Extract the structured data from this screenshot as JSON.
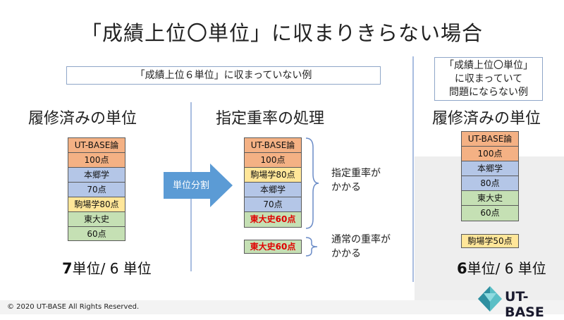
{
  "title": "「成績上位〇単位」に収まりきらない場合",
  "left_note": "「成績上位６単位」に収まっていない例",
  "right_note": [
    "「成績上位〇単位」",
    "に収まっていて",
    "問題にならない例"
  ],
  "left_heading": "履修済みの単位",
  "middle_heading": "指定重率の処理",
  "right_heading": "履修済みの単位",
  "arrow_label": "単位分割",
  "left_stack": [
    {
      "text": "UT-BASE論",
      "color": "orange"
    },
    {
      "text": "100点",
      "color": "orange"
    },
    {
      "text": "本郷学",
      "color": "blue"
    },
    {
      "text": "70点",
      "color": "blue"
    },
    {
      "text": "駒場学80点",
      "color": "yellow"
    },
    {
      "text": "東大史",
      "color": "green"
    },
    {
      "text": "60点",
      "color": "green"
    }
  ],
  "middle_stack": [
    {
      "text": "UT-BASE論",
      "color": "orange"
    },
    {
      "text": "100点",
      "color": "orange"
    },
    {
      "text": "駒場学80点",
      "color": "yellow"
    },
    {
      "text": "本郷学",
      "color": "blue"
    },
    {
      "text": "70点",
      "color": "blue"
    },
    {
      "text": "東大史60点",
      "color": "green",
      "red": true
    }
  ],
  "middle_extra": {
    "text": "東大史60点",
    "color": "green",
    "red": true
  },
  "brace_label_1": [
    "指定重率が",
    "かかる"
  ],
  "brace_label_2": [
    "通常の重率が",
    "かかる"
  ],
  "right_stack": [
    {
      "text": "UT-BASE論",
      "color": "orange"
    },
    {
      "text": "100点",
      "color": "orange"
    },
    {
      "text": "本郷学",
      "color": "blue"
    },
    {
      "text": "80点",
      "color": "blue"
    },
    {
      "text": "東大史",
      "color": "green"
    },
    {
      "text": "60点",
      "color": "green"
    }
  ],
  "right_extra": {
    "text": "駒場学50点",
    "color": "yellow"
  },
  "left_total": {
    "num": "7",
    "rest": "単位/ 6 単位"
  },
  "right_total": {
    "num": "6",
    "rest": "単位/ 6 単位"
  },
  "copyright": "© 2020 UT-BASE All Rights Reserved.",
  "logo": "UT-BASE",
  "colors": {
    "orange": "#f4b184",
    "blue": "#b4c6e7",
    "yellow": "#ffe699",
    "green": "#c5e0b4",
    "arrow": "#5b9bd5",
    "highlight": "#e00000"
  }
}
